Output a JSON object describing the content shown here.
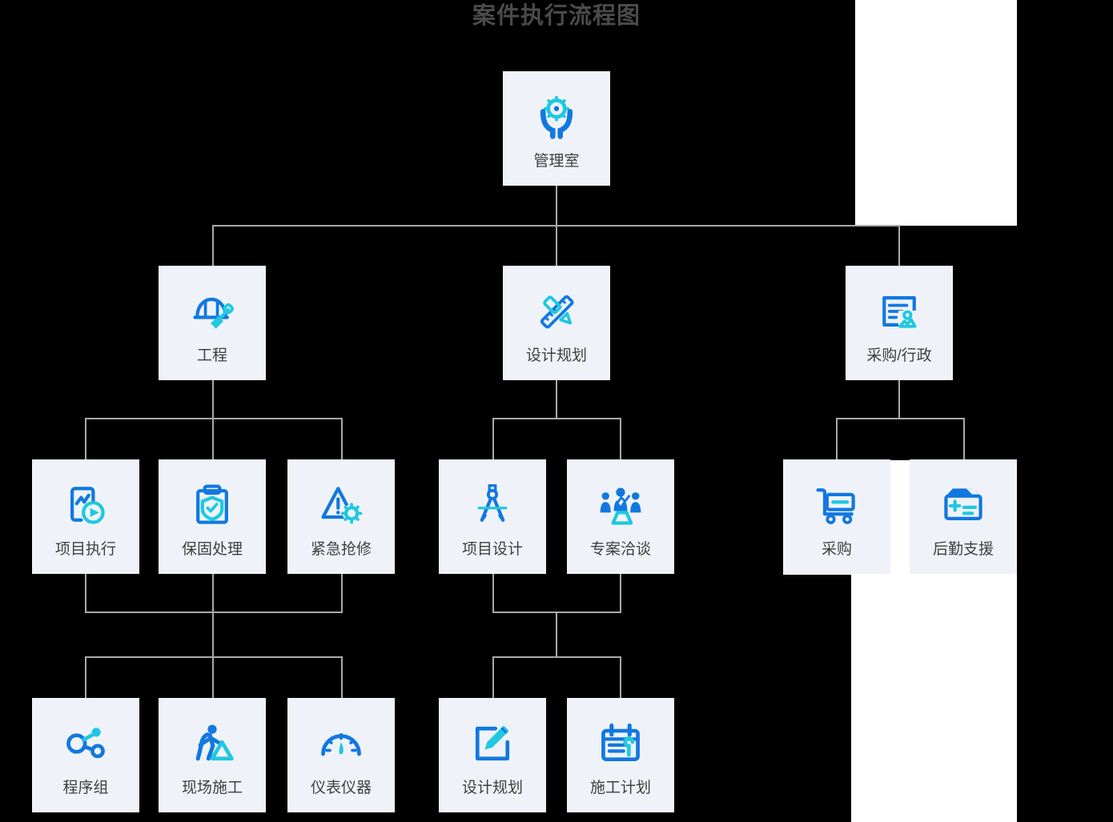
{
  "title": "案件执行流程图",
  "colors": {
    "background": "#000000",
    "node_bg": "#eff3f9",
    "connector": "#a9a9a9",
    "title_text": "#4a4a4a",
    "label_text": "#3f3f3f",
    "icon_blue": "#1278e0",
    "icon_cyan": "#1fc8e0",
    "plate": "#ffffff"
  },
  "nodes": {
    "root": {
      "label": "管理室",
      "icon": "gear-hands-icon"
    },
    "level2": [
      {
        "label": "工程",
        "icon": "helmet-shovel-icon"
      },
      {
        "label": "设计规划",
        "icon": "ruler-pencil-icon"
      },
      {
        "label": "采购/行政",
        "icon": "document-portrait-icon"
      }
    ],
    "level3": [
      {
        "label": "项目执行",
        "icon": "chart-play-icon"
      },
      {
        "label": "保固处理",
        "icon": "clipboard-shield-icon"
      },
      {
        "label": "紧急抢修",
        "icon": "warning-gear-icon"
      },
      {
        "label": "项目设计",
        "icon": "compass-icon"
      },
      {
        "label": "专案洽谈",
        "icon": "meeting-people-icon"
      },
      {
        "label": "采购",
        "icon": "trolley-cart-icon"
      },
      {
        "label": "后勤支援",
        "icon": "supply-box-icon"
      }
    ],
    "level4": [
      {
        "label": "程序组",
        "icon": "network-nodes-icon"
      },
      {
        "label": "现场施工",
        "icon": "worker-cone-icon"
      },
      {
        "label": "仪表仪器",
        "icon": "gauge-meter-icon"
      },
      {
        "label": "设计规划",
        "icon": "edit-square-icon"
      },
      {
        "label": "施工计划",
        "icon": "calendar-wrench-icon"
      }
    ]
  }
}
